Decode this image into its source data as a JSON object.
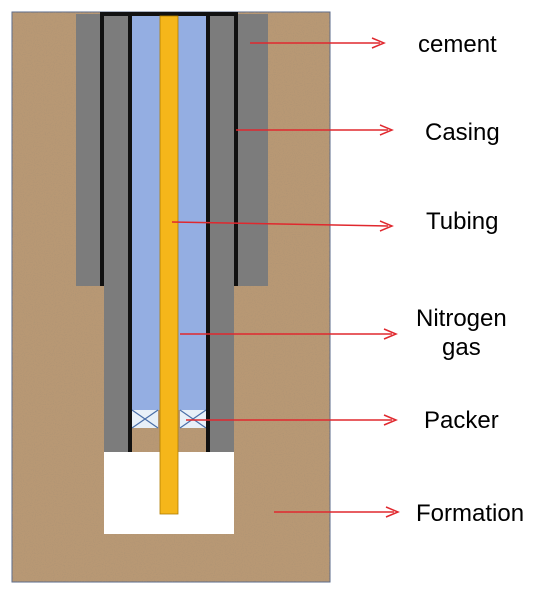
{
  "labels": {
    "cement": "cement",
    "casing": "Casing",
    "tubing": "Tubing",
    "nitrogen_line1": "Nitrogen",
    "nitrogen_line2": "gas",
    "packer": "Packer",
    "formation": "Formation"
  },
  "colors": {
    "formation": "#b89874",
    "cement": "#7c7c7c",
    "casing": "#111111",
    "annulus_gas": "#94aee2",
    "tubing": "#f5b61a",
    "packer_bg": "#e8f0f8",
    "packer_cross": "#4a6fa8",
    "arrow": "#e0282e",
    "open_hole": "#ffffff"
  }
}
